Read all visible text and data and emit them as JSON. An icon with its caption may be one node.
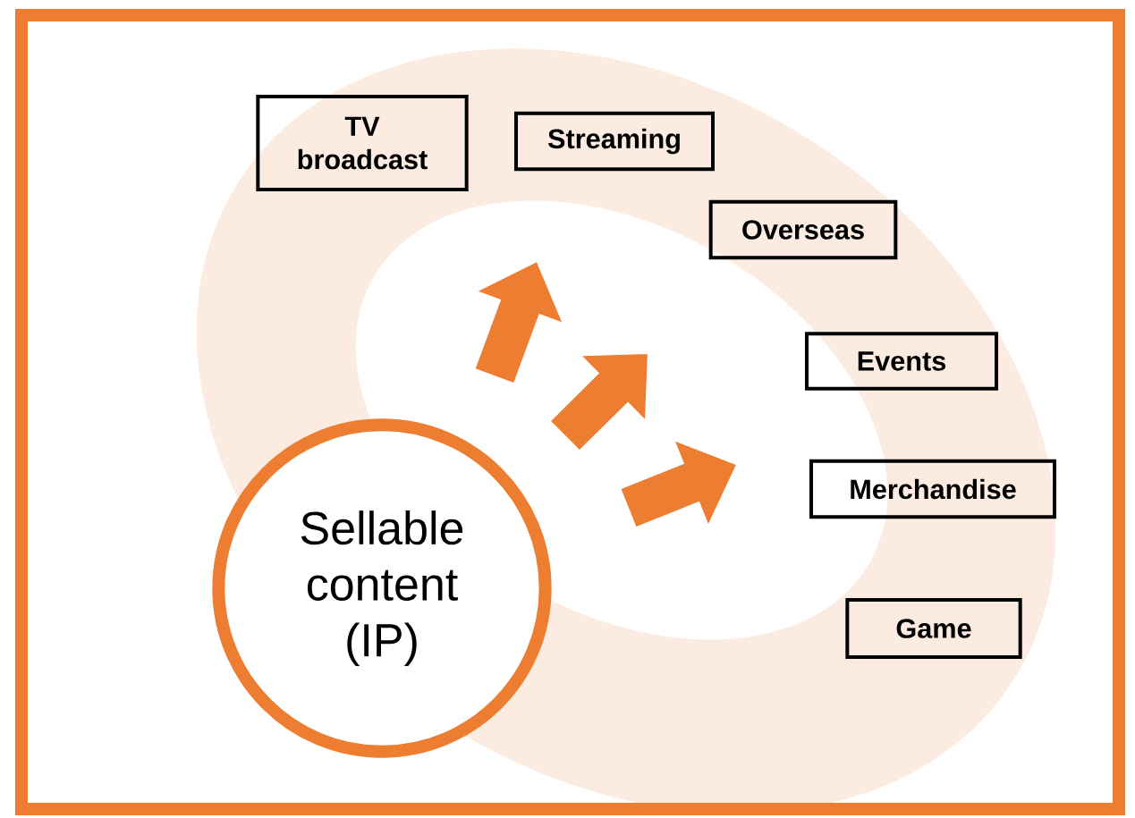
{
  "diagram": {
    "nodes": [
      {
        "text": [
          "Sellable content (IP)"
        ]
      },
      {
        "text": [
          "TV broadcast"
        ]
      },
      {
        "text": [
          "Streaming"
        ]
      },
      {
        "text": [
          "Overseas"
        ]
      },
      {
        "text": [
          "Events"
        ]
      },
      {
        "text": [
          "Merchandise"
        ]
      },
      {
        "text": [
          "Game"
        ]
      }
    ]
  }
}
